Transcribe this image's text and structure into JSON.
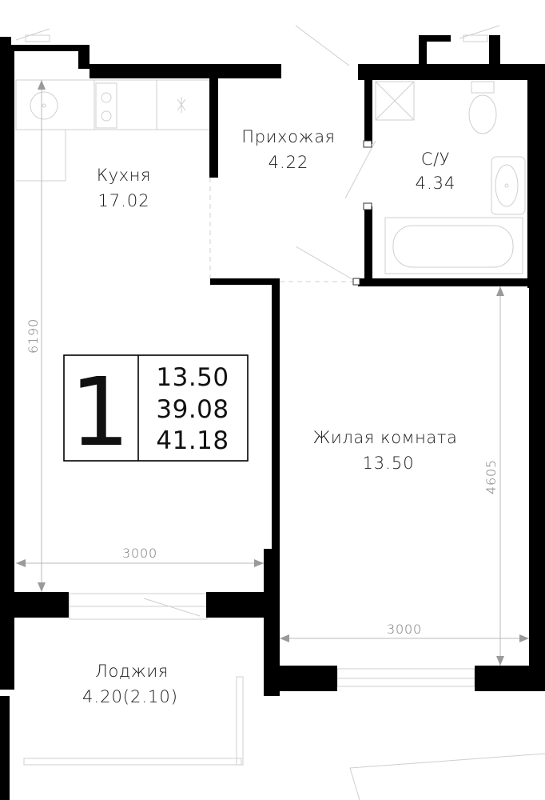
{
  "rooms": {
    "kitchen": {
      "name": "Кухня",
      "area": "17.02"
    },
    "hallway": {
      "name": "Прихожая",
      "area": "4.22"
    },
    "bathroom": {
      "name": "С/У",
      "area": "4.34"
    },
    "living_room": {
      "name": "Жилая комната",
      "area": "13.50"
    },
    "loggia": {
      "name": "Лоджия",
      "area": "4.20(2.10)"
    }
  },
  "dimensions": {
    "kitchen_width": "3000",
    "kitchen_length": "6190",
    "living_width": "3000",
    "living_length": "4605"
  },
  "summary": {
    "room_count": "1",
    "living_area": "13.50",
    "area_without_loggia": "39.08",
    "total_area": "41.18"
  }
}
